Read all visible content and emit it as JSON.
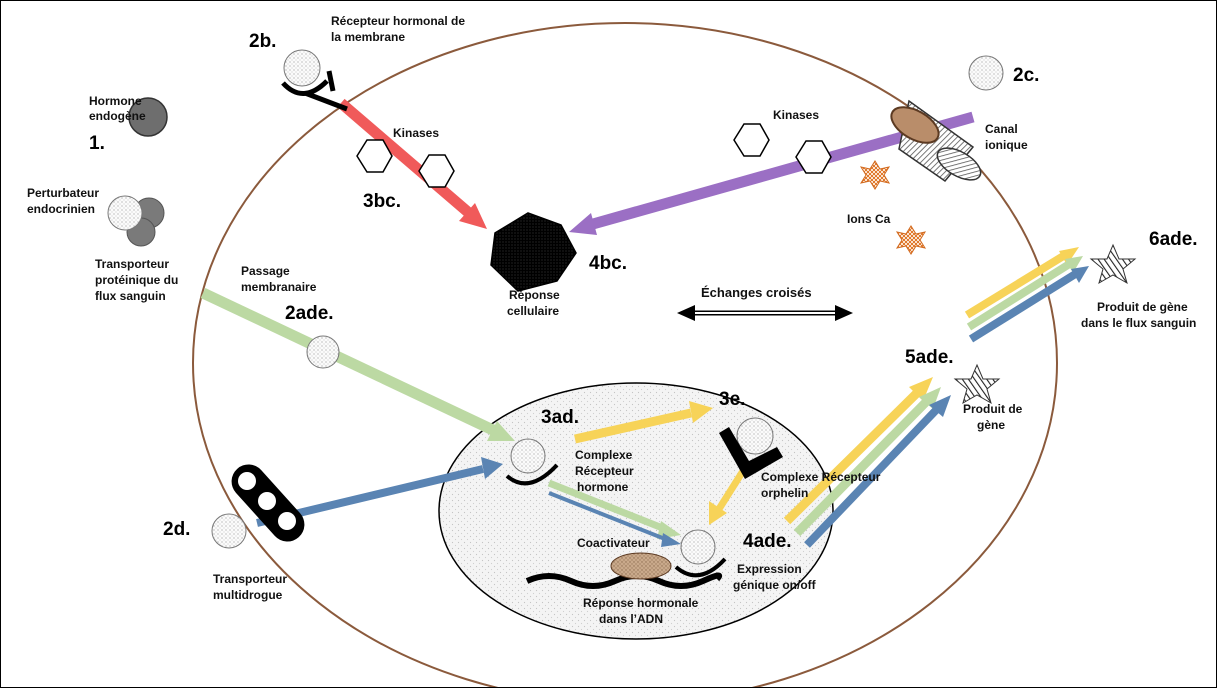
{
  "labels": {
    "hormone_endogene": [
      "Hormone",
      "endogène"
    ],
    "num_1": "1.",
    "recepteur_membrane": [
      "Récepteur hormonal de",
      "la membrane"
    ],
    "num_2b": "2b.",
    "num_2c": "2c.",
    "canal_ionique": [
      "Canal",
      "ionique"
    ],
    "kinases_left": "Kinases",
    "kinases_right": "Kinases",
    "num_3bc": "3bc.",
    "ions_ca": "Ions Ca",
    "num_4bc": "4bc.",
    "reponse_cellulaire": [
      "Réponse",
      "cellulaire"
    ],
    "perturbateur": [
      "Perturbateur",
      "endocrinien"
    ],
    "transporteur_proteique": [
      "Transporteur",
      "protéinique du",
      "flux sanguin"
    ],
    "passage_membranaire": [
      "Passage",
      "membranaire"
    ],
    "num_2ade": "2ade.",
    "echanges_croises": "Échanges croisés",
    "num_6ade": "6ade.",
    "produit_flux": [
      "Produit de gène",
      "dans le flux sanguin"
    ],
    "num_5ade": "5ade.",
    "produit_gene": [
      "Produit de",
      "gène"
    ],
    "num_3ad": "3ad.",
    "complexe_recepteur": [
      "Complexe",
      "Récepteur",
      "hormone"
    ],
    "num_3e": "3e.",
    "complexe_orphelin": [
      "Complexe Récepteur",
      "orphelin"
    ],
    "num_4ade": "4ade.",
    "coactivateur": "Coactivateur",
    "expression_genique": [
      "Expression",
      "génique on/off"
    ],
    "reponse_adn": [
      "Réponse hormonale",
      "dans l’ADN"
    ],
    "num_2d": "2d.",
    "transporteur_multi": [
      "Transporteur",
      "multidrogue"
    ]
  },
  "colors": {
    "red": "#f05a5a",
    "purple": "#9b6fc4",
    "green": "#bcd9a3",
    "blue": "#5a84b3",
    "yellow": "#f7d358",
    "cell_border": "#8b5a3c",
    "nucleus_fill": "#f2f2f2"
  }
}
